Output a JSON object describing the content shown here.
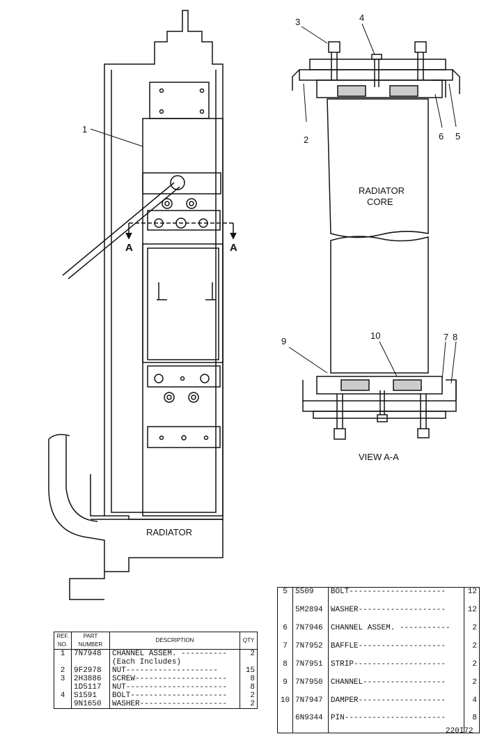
{
  "callouts": {
    "main_1": "1",
    "section_a_left": "A",
    "section_a_right": "A",
    "view_3": "3",
    "view_4": "4",
    "view_2": "2",
    "view_6": "6",
    "view_5": "5",
    "view_9": "9",
    "view_10": "10",
    "view_7": "7",
    "view_8": "8"
  },
  "labels": {
    "radiator": "RADIATOR",
    "radiator_core_line1": "RADIATOR",
    "radiator_core_line2": "CORE",
    "view_caption": "VIEW A-A",
    "drawing_number": "220I72"
  },
  "left_table": {
    "headers": {
      "ref": "REF. NO.",
      "part": "PART NUMBER",
      "desc": "DESCRIPTION",
      "qty": "QTY"
    },
    "rows": [
      {
        "ref": "1",
        "part": "7N7948",
        "desc": "CHANNEL ASSEM. ----------",
        "qty": "2"
      },
      {
        "ref": "",
        "part": "",
        "desc": "(Each Includes)",
        "qty": ""
      },
      {
        "ref": "2",
        "part": "9F2978",
        "desc": "NUT--------------------",
        "qty": "15"
      },
      {
        "ref": "3",
        "part": "2H3886",
        "desc": "SCREW--------------------",
        "qty": "8"
      },
      {
        "ref": "",
        "part": "1D5117",
        "desc": "NUT----------------------",
        "qty": "8"
      },
      {
        "ref": "4",
        "part": "S1591",
        "desc": "BOLT---------------------",
        "qty": "2"
      },
      {
        "ref": "",
        "part": "9N1650",
        "desc": "WASHER-------------------",
        "qty": "2"
      }
    ]
  },
  "right_table": {
    "rows": [
      {
        "ref": "5",
        "part": "S509",
        "desc": "BOLT---------------------",
        "qty": "12"
      },
      {
        "ref": "",
        "part": "5M2894",
        "desc": "WASHER-------------------",
        "qty": "12"
      },
      {
        "ref": "6",
        "part": "7N7946",
        "desc": "CHANNEL ASSEM. -----------",
        "qty": "2"
      },
      {
        "ref": "7",
        "part": "7N7952",
        "desc": "BAFFLE-------------------",
        "qty": "2"
      },
      {
        "ref": "8",
        "part": "7N7951",
        "desc": "STRIP--------------------",
        "qty": "2"
      },
      {
        "ref": "9",
        "part": "7N7950",
        "desc": "CHANNEL------------------",
        "qty": "2"
      },
      {
        "ref": "10",
        "part": "7N7947",
        "desc": "DAMPER-------------------",
        "qty": "4"
      },
      {
        "ref": "",
        "part": "6N9344",
        "desc": "PIN----------------------",
        "qty": "8"
      }
    ]
  }
}
